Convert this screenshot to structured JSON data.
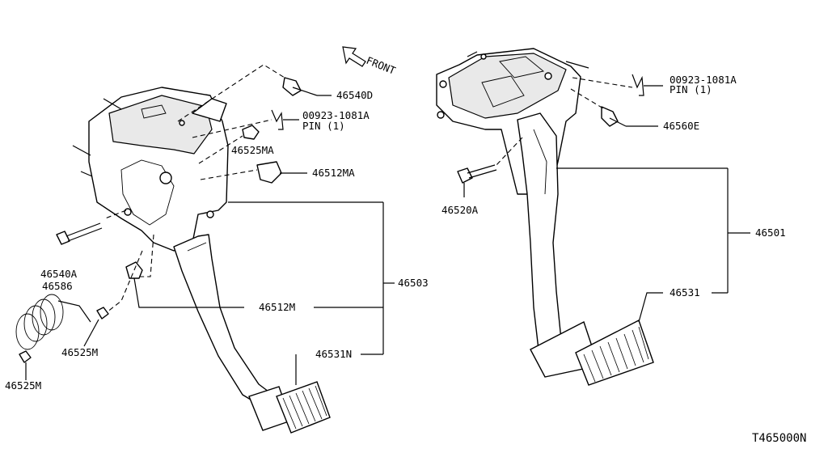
{
  "diagram": {
    "front_label": "FRONT",
    "figure_code": "T465000N",
    "callouts": {
      "c46540D": "46540D",
      "c00923L_line1": "00923-1081A",
      "c00923L_line2": "PIN (1)",
      "c46525MA": "46525MA",
      "c46512MA": "46512MA",
      "c46540A": "46540A",
      "c46586": "46586",
      "c46503": "46503",
      "c46512M": "46512M",
      "c46525M_a": "46525M",
      "c46525M_b": "46525M",
      "c46531N": "46531N",
      "c00923R_line1": "00923-1081A",
      "c00923R_line2": "PIN (1)",
      "c46560E": "46560E",
      "c46520A": "46520A",
      "c46501": "46501",
      "c46531": "46531"
    }
  }
}
